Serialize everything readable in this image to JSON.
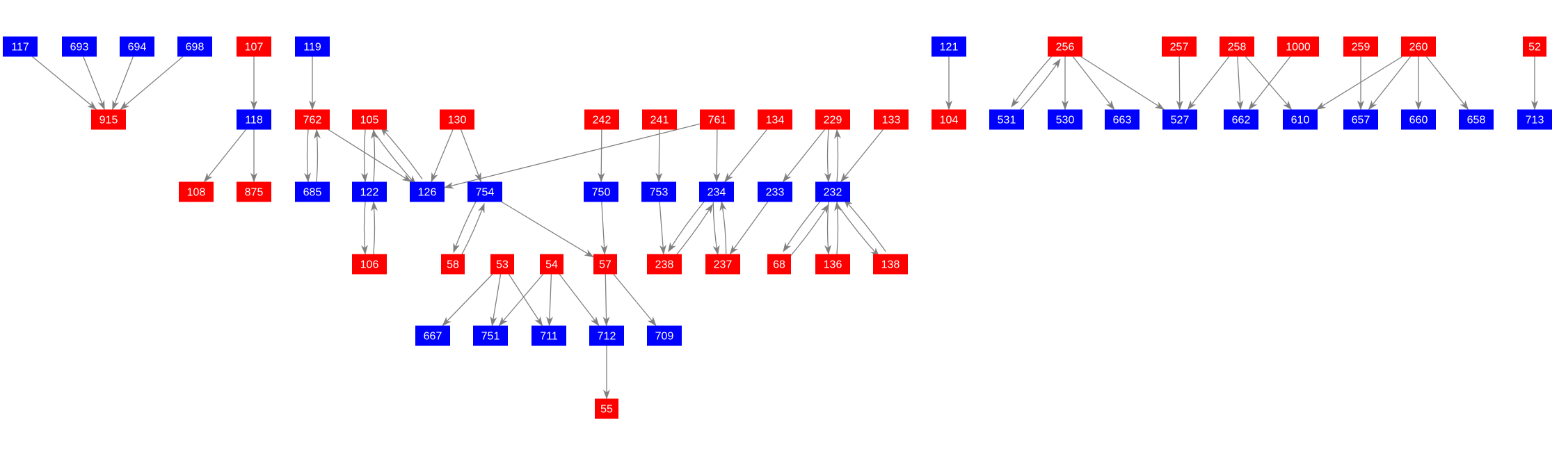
{
  "colors": {
    "red": "#ff0000",
    "blue": "#0000ff",
    "edge": "#808080"
  },
  "nodes": [
    {
      "id": "117",
      "color": "blue"
    },
    {
      "id": "693",
      "color": "blue"
    },
    {
      "id": "694",
      "color": "blue"
    },
    {
      "id": "698",
      "color": "blue"
    },
    {
      "id": "107",
      "color": "red"
    },
    {
      "id": "119",
      "color": "blue"
    },
    {
      "id": "121",
      "color": "blue"
    },
    {
      "id": "256",
      "color": "red"
    },
    {
      "id": "257",
      "color": "red"
    },
    {
      "id": "258",
      "color": "red"
    },
    {
      "id": "1000",
      "color": "red"
    },
    {
      "id": "259",
      "color": "red"
    },
    {
      "id": "260",
      "color": "red"
    },
    {
      "id": "52",
      "color": "red"
    },
    {
      "id": "915",
      "color": "red"
    },
    {
      "id": "118",
      "color": "blue"
    },
    {
      "id": "762",
      "color": "red"
    },
    {
      "id": "105",
      "color": "red"
    },
    {
      "id": "130",
      "color": "red"
    },
    {
      "id": "242",
      "color": "red"
    },
    {
      "id": "241",
      "color": "red"
    },
    {
      "id": "761",
      "color": "red"
    },
    {
      "id": "134",
      "color": "red"
    },
    {
      "id": "229",
      "color": "red"
    },
    {
      "id": "133",
      "color": "red"
    },
    {
      "id": "104",
      "color": "red"
    },
    {
      "id": "531",
      "color": "blue"
    },
    {
      "id": "530",
      "color": "blue"
    },
    {
      "id": "663",
      "color": "blue"
    },
    {
      "id": "527",
      "color": "blue"
    },
    {
      "id": "662",
      "color": "blue"
    },
    {
      "id": "610",
      "color": "blue"
    },
    {
      "id": "657",
      "color": "blue"
    },
    {
      "id": "660",
      "color": "blue"
    },
    {
      "id": "658",
      "color": "blue"
    },
    {
      "id": "713",
      "color": "blue"
    },
    {
      "id": "108",
      "color": "red"
    },
    {
      "id": "875",
      "color": "red"
    },
    {
      "id": "685",
      "color": "blue"
    },
    {
      "id": "122",
      "color": "blue"
    },
    {
      "id": "126",
      "color": "blue"
    },
    {
      "id": "754",
      "color": "blue"
    },
    {
      "id": "750",
      "color": "blue"
    },
    {
      "id": "753",
      "color": "blue"
    },
    {
      "id": "234",
      "color": "blue"
    },
    {
      "id": "233",
      "color": "blue"
    },
    {
      "id": "232",
      "color": "blue"
    },
    {
      "id": "106",
      "color": "red"
    },
    {
      "id": "58",
      "color": "red"
    },
    {
      "id": "53",
      "color": "red"
    },
    {
      "id": "54",
      "color": "red"
    },
    {
      "id": "57",
      "color": "red"
    },
    {
      "id": "238",
      "color": "red"
    },
    {
      "id": "237",
      "color": "red"
    },
    {
      "id": "68",
      "color": "red"
    },
    {
      "id": "136",
      "color": "red"
    },
    {
      "id": "138",
      "color": "red"
    },
    {
      "id": "667",
      "color": "blue"
    },
    {
      "id": "751",
      "color": "blue"
    },
    {
      "id": "711",
      "color": "blue"
    },
    {
      "id": "712",
      "color": "blue"
    },
    {
      "id": "709",
      "color": "blue"
    },
    {
      "id": "55",
      "color": "red"
    }
  ],
  "edges": [
    [
      "117",
      "915"
    ],
    [
      "693",
      "915"
    ],
    [
      "694",
      "915"
    ],
    [
      "698",
      "915"
    ],
    [
      "107",
      "118"
    ],
    [
      "118",
      "108"
    ],
    [
      "118",
      "875"
    ],
    [
      "119",
      "762"
    ],
    [
      "762",
      "685"
    ],
    [
      "685",
      "762"
    ],
    [
      "762",
      "126"
    ],
    [
      "105",
      "122"
    ],
    [
      "122",
      "105"
    ],
    [
      "105",
      "126"
    ],
    [
      "126",
      "105"
    ],
    [
      "122",
      "106"
    ],
    [
      "106",
      "122"
    ],
    [
      "130",
      "126"
    ],
    [
      "130",
      "754"
    ],
    [
      "761",
      "126"
    ],
    [
      "242",
      "750"
    ],
    [
      "241",
      "753"
    ],
    [
      "761",
      "234"
    ],
    [
      "134",
      "234"
    ],
    [
      "229",
      "233"
    ],
    [
      "229",
      "232"
    ],
    [
      "232",
      "229"
    ],
    [
      "133",
      "232"
    ],
    [
      "754",
      "58"
    ],
    [
      "58",
      "754"
    ],
    [
      "754",
      "57"
    ],
    [
      "750",
      "57"
    ],
    [
      "753",
      "238"
    ],
    [
      "234",
      "238"
    ],
    [
      "238",
      "234"
    ],
    [
      "234",
      "237"
    ],
    [
      "237",
      "234"
    ],
    [
      "233",
      "237"
    ],
    [
      "232",
      "68"
    ],
    [
      "68",
      "232"
    ],
    [
      "232",
      "136"
    ],
    [
      "136",
      "232"
    ],
    [
      "232",
      "138"
    ],
    [
      "138",
      "232"
    ],
    [
      "53",
      "667"
    ],
    [
      "53",
      "751"
    ],
    [
      "53",
      "711"
    ],
    [
      "54",
      "751"
    ],
    [
      "54",
      "711"
    ],
    [
      "54",
      "712"
    ],
    [
      "57",
      "712"
    ],
    [
      "57",
      "709"
    ],
    [
      "712",
      "55"
    ],
    [
      "121",
      "104"
    ],
    [
      "256",
      "531"
    ],
    [
      "531",
      "256"
    ],
    [
      "256",
      "530"
    ],
    [
      "256",
      "663"
    ],
    [
      "256",
      "527"
    ],
    [
      "257",
      "527"
    ],
    [
      "258",
      "527"
    ],
    [
      "258",
      "662"
    ],
    [
      "258",
      "610"
    ],
    [
      "1000",
      "662"
    ],
    [
      "259",
      "657"
    ],
    [
      "260",
      "610"
    ],
    [
      "260",
      "657"
    ],
    [
      "260",
      "660"
    ],
    [
      "260",
      "658"
    ],
    [
      "52",
      "713"
    ]
  ]
}
